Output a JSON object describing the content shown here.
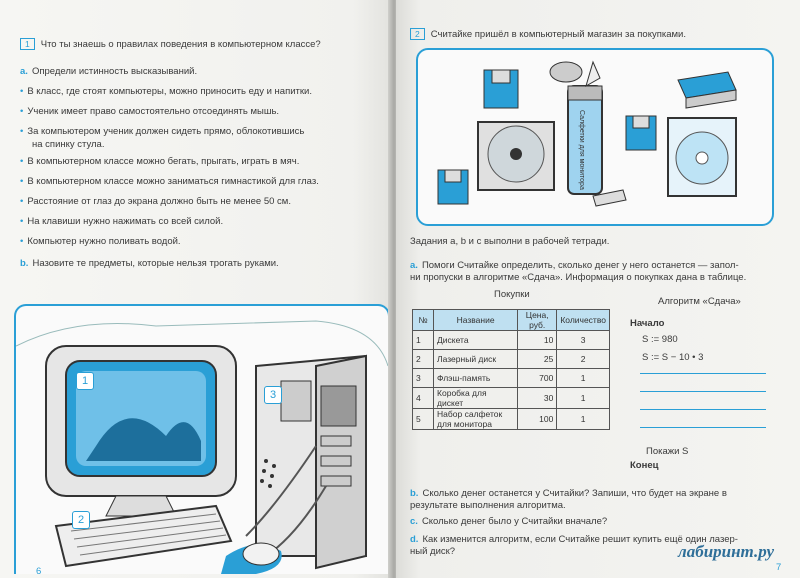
{
  "left_page": {
    "task_number": "1",
    "task_title": "Что ты знаешь о правилах поведения в компьютерном классе?",
    "part_a_label": "a.",
    "part_a_text": "Определи истинность высказываний.",
    "statements": [
      "В класс, где стоят компьютеры, можно приносить еду и напитки.",
      "Ученик имеет право самостоятельно отсоединять мышь.",
      "За компьютером ученик должен сидеть прямо, облокотившись",
      "на спинку стула.",
      "В компьютерном классе можно бегать, прыгать, играть в мяч.",
      "В компьютерном классе можно заниматься гимнастикой для глаз.",
      "Расстояние от глаз до экрана должно быть не менее 50 см.",
      "На клавиши нужно нажимать со всей силой.",
      "Компьютер нужно поливать водой."
    ],
    "part_b_label": "b.",
    "part_b_text": "Назовите те предметы, которые нельзя трогать руками.",
    "callouts": [
      "1",
      "2",
      "3"
    ],
    "page_number": "6"
  },
  "right_page": {
    "task_number": "2",
    "task_title": "Считайке пришёл в компьютерный магазин за покупками.",
    "box_text": "Салфетки для монитора",
    "instructions": "Задания a, b и c выполни в рабочей тетради.",
    "part_a_label": "a.",
    "part_a_lines": [
      "Помоги Считайке определить, сколько денег у него останется — запол-",
      "ни пропуски в алгоритме «Сдача». Информация о покупках дана в таблице."
    ],
    "table_caption": "Покупки",
    "table_headers": [
      "№",
      "Название",
      "Цена, руб.",
      "Количество"
    ],
    "table_rows": [
      [
        "1",
        "Дискета",
        "10",
        "3"
      ],
      [
        "2",
        "Лазерный диск",
        "25",
        "2"
      ],
      [
        "3",
        "Флэш-память",
        "700",
        "1"
      ],
      [
        "4",
        "Коробка для дискет",
        "30",
        "1"
      ],
      [
        "5",
        "Набор салфеток для монитора",
        "100",
        "1"
      ]
    ],
    "algorithm_title": "Алгоритм «Сдача»",
    "algorithm_start": "Начало",
    "algorithm_line1": "S := 980",
    "algorithm_line2": "S := S − 10 • 3",
    "algorithm_output": "Покажи S",
    "algorithm_end": "Конец",
    "part_b_label": "b.",
    "part_b_lines": [
      "Сколько денег останется у Считайки? Запиши, что будет на экране в",
      "результате выполнения алгоритма."
    ],
    "part_c_label": "c.",
    "part_c_text": "Сколько денег было у Считайки вначале?",
    "part_d_label": "d.",
    "part_d_lines": [
      "Как изменится алгоритм, если Считайке решит купить ещё один лазер-",
      "ный диск?"
    ],
    "watermark": "лабиринт.ру",
    "page_number": "7"
  }
}
